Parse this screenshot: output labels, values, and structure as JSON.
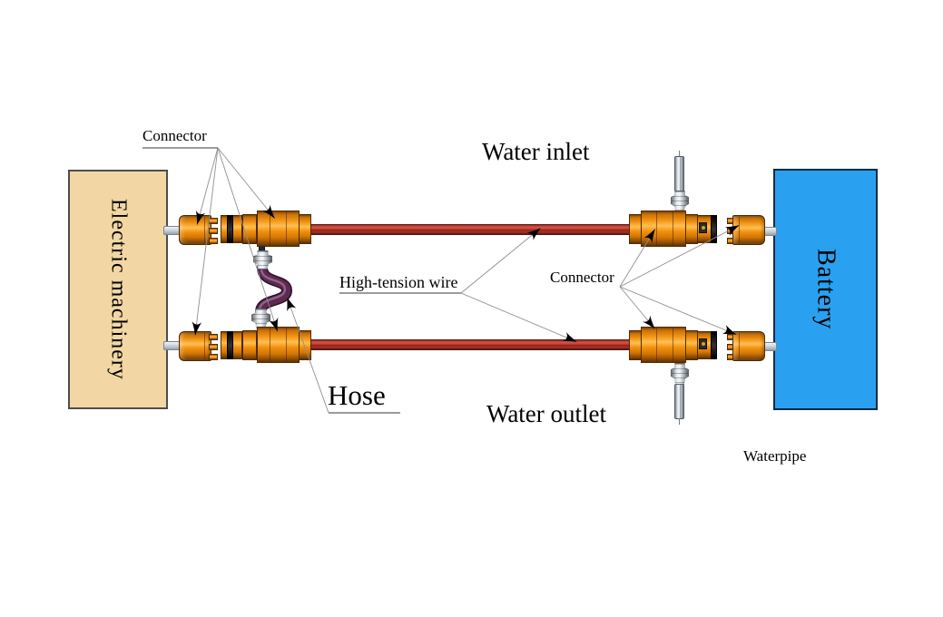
{
  "diagram": {
    "type": "technical-illustration",
    "nodes": {
      "electric_machinery": {
        "text": "Electric machinery"
      },
      "battery": {
        "text": "Battery"
      }
    },
    "labels": {
      "connector_left": {
        "text": "Connector",
        "underlined": true
      },
      "connector_right": {
        "text": "Connector",
        "underlined": false
      },
      "water_inlet": {
        "text": "Water inlet",
        "underlined": false
      },
      "water_outlet": {
        "text": "Water outlet",
        "underlined": false
      },
      "high_tension_wire": {
        "text": "High-tension wire",
        "underlined": true
      },
      "hose": {
        "text": "Hose",
        "underlined": true
      },
      "waterpipe": {
        "text": "Waterpipe",
        "underlined": false
      }
    },
    "colors": {
      "machinery_fill": "#F2D7A4",
      "battery_fill": "#2AA1F0",
      "connector_orange": "#F0900E",
      "wire_red": "#A93226",
      "hose_purple": "#5C2A50",
      "pipe_gray": "#D7DFE5",
      "fitting_gray": "#C9CED3",
      "leader_line_gray": "#8F8F8F",
      "text_color": "#000000"
    }
  }
}
